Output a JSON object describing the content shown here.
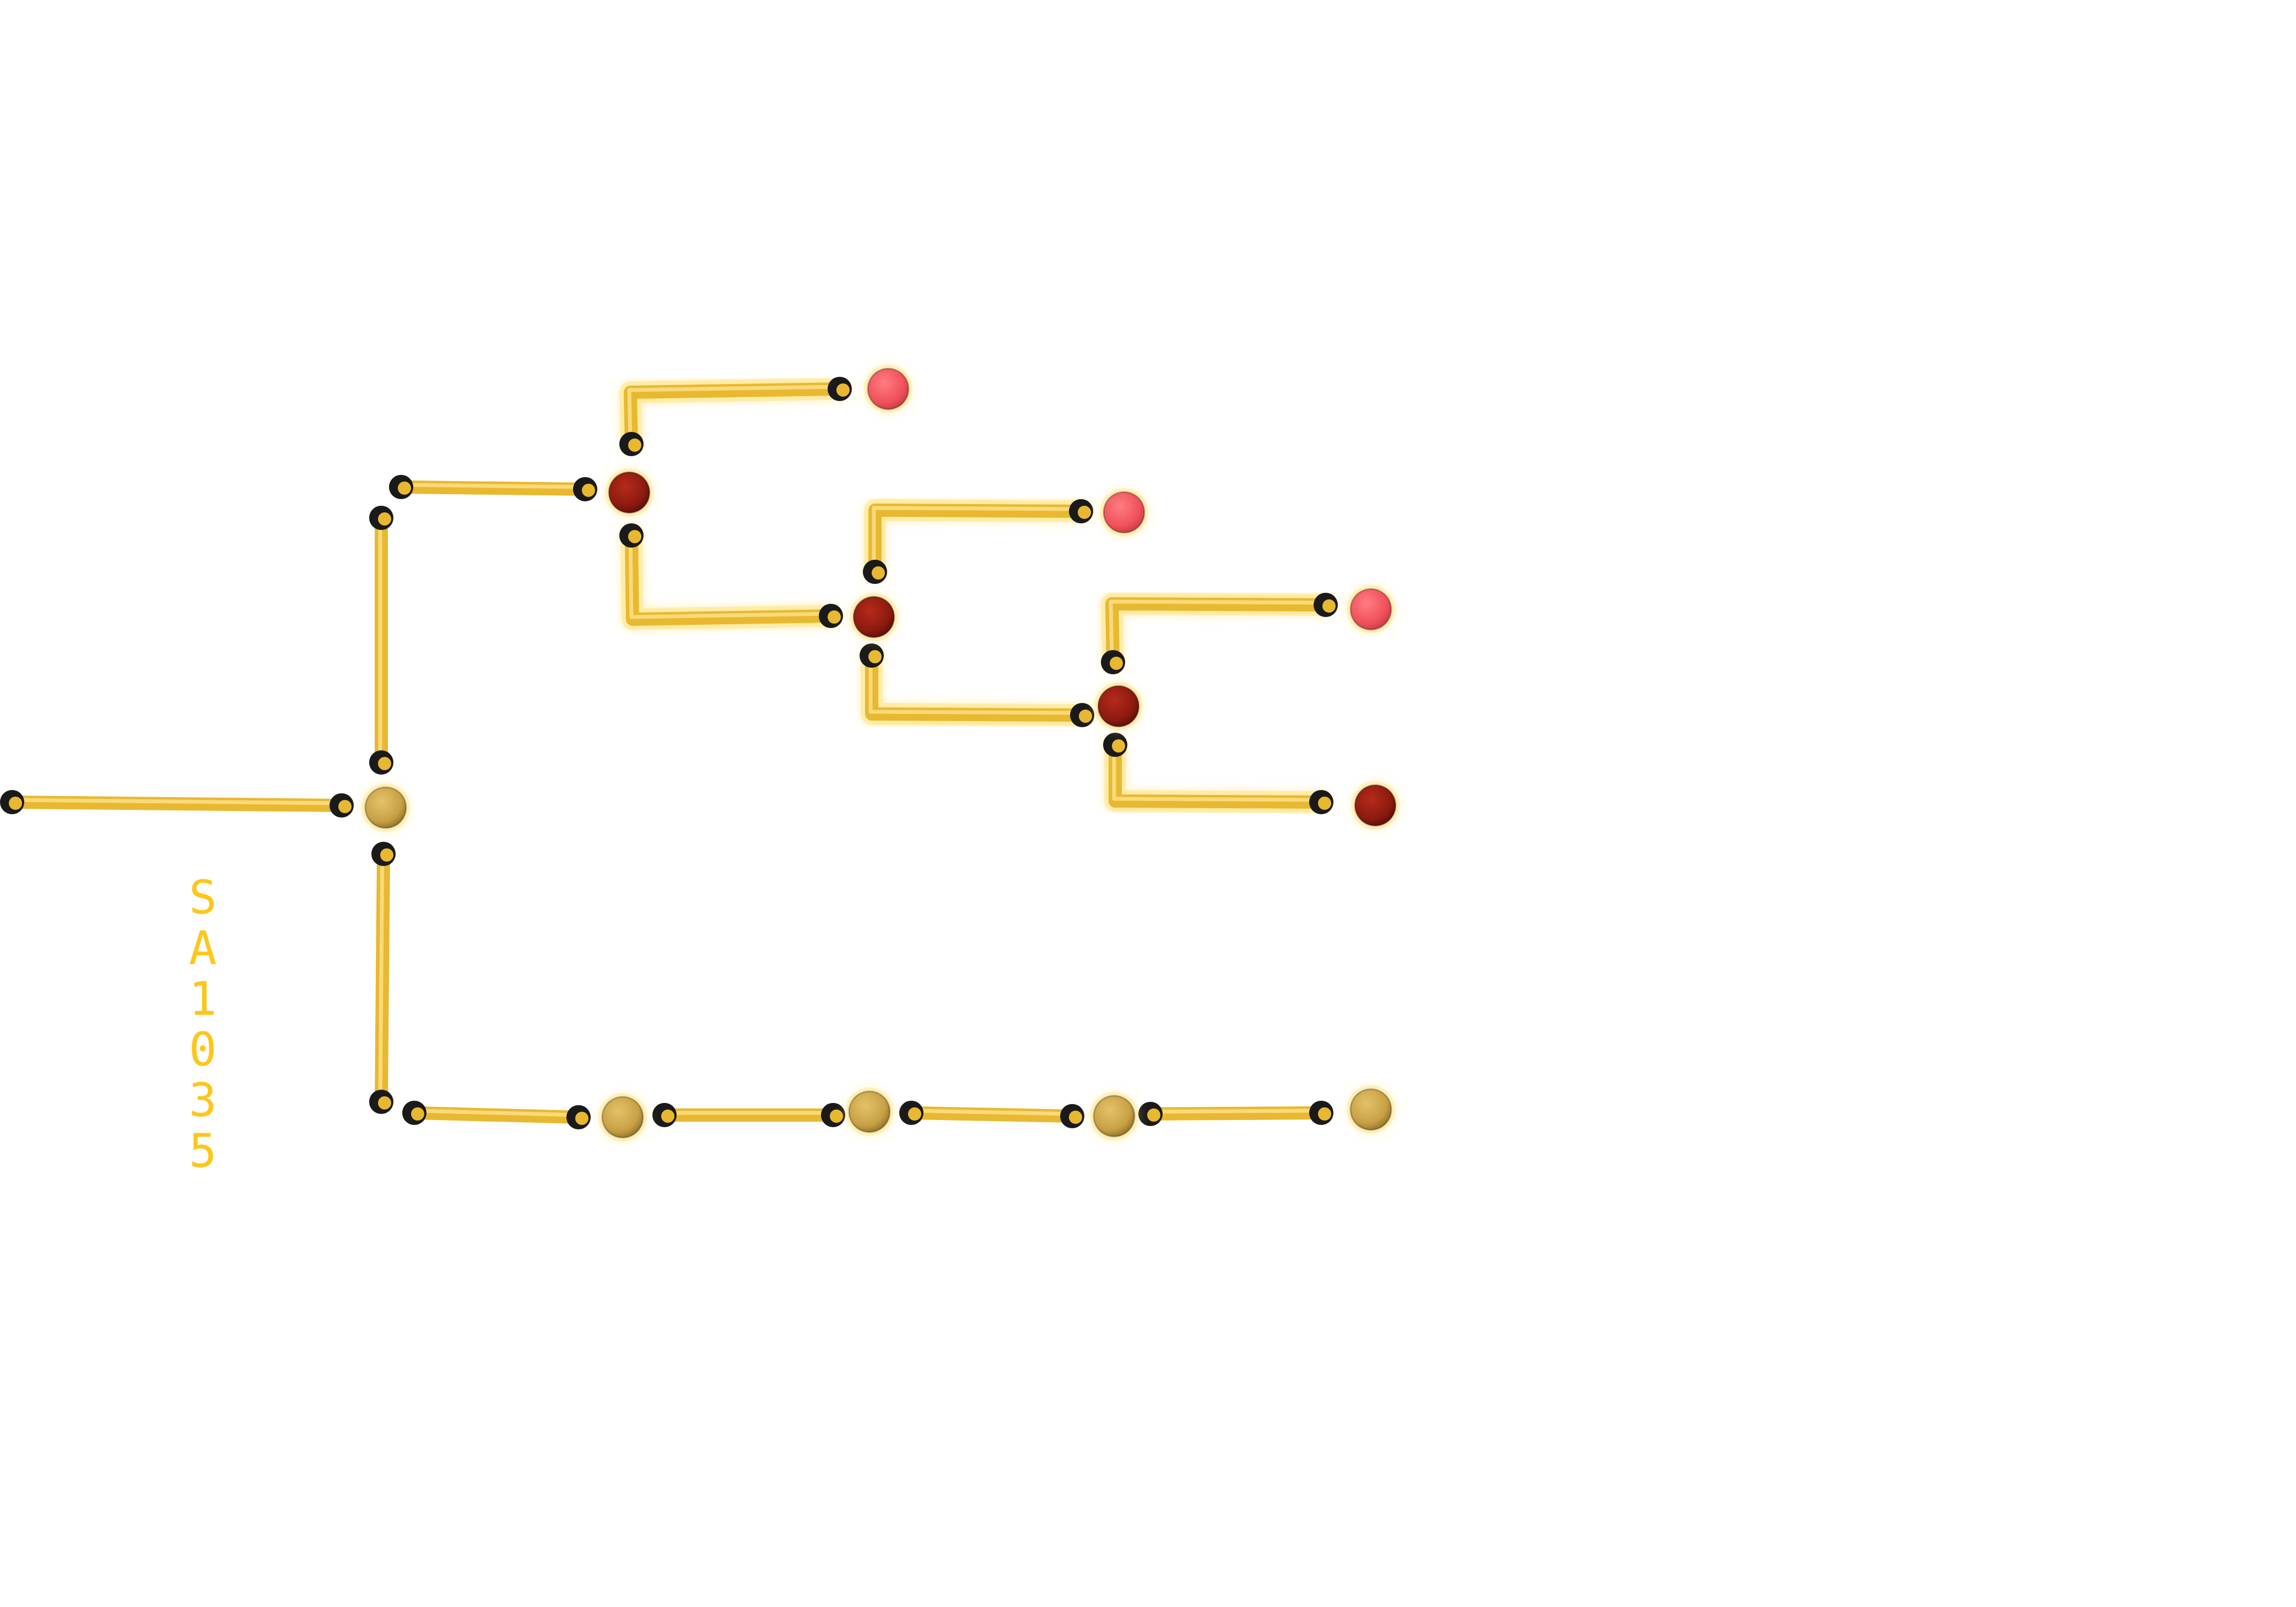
{
  "tree": {
    "root_label": "SA1035",
    "colors": {
      "branch": "#e8b830",
      "branch_glow": "#ffe070",
      "joint": "#1a1a1a",
      "node_gold": "#c7a044",
      "node_dark_red": "#8b1a0f",
      "node_pink": "#f0505a"
    },
    "nodes": [
      {
        "id": "root-node",
        "color": "node_gold",
        "kind": "internal"
      },
      {
        "id": "clade-a-node",
        "color": "node_dark_red",
        "kind": "internal"
      },
      {
        "id": "leaf-a1",
        "color": "node_pink",
        "kind": "leaf"
      },
      {
        "id": "clade-b-node",
        "color": "node_dark_red",
        "kind": "internal"
      },
      {
        "id": "leaf-b1",
        "color": "node_pink",
        "kind": "leaf"
      },
      {
        "id": "clade-c-node",
        "color": "node_dark_red",
        "kind": "internal"
      },
      {
        "id": "leaf-c1",
        "color": "node_pink",
        "kind": "leaf"
      },
      {
        "id": "leaf-c2",
        "color": "node_dark_red",
        "kind": "leaf"
      },
      {
        "id": "chain-node-1",
        "color": "node_gold",
        "kind": "internal"
      },
      {
        "id": "chain-node-2",
        "color": "node_gold",
        "kind": "internal"
      },
      {
        "id": "chain-node-3",
        "color": "node_gold",
        "kind": "internal"
      },
      {
        "id": "leaf-chain-end",
        "color": "node_gold",
        "kind": "leaf"
      }
    ]
  }
}
